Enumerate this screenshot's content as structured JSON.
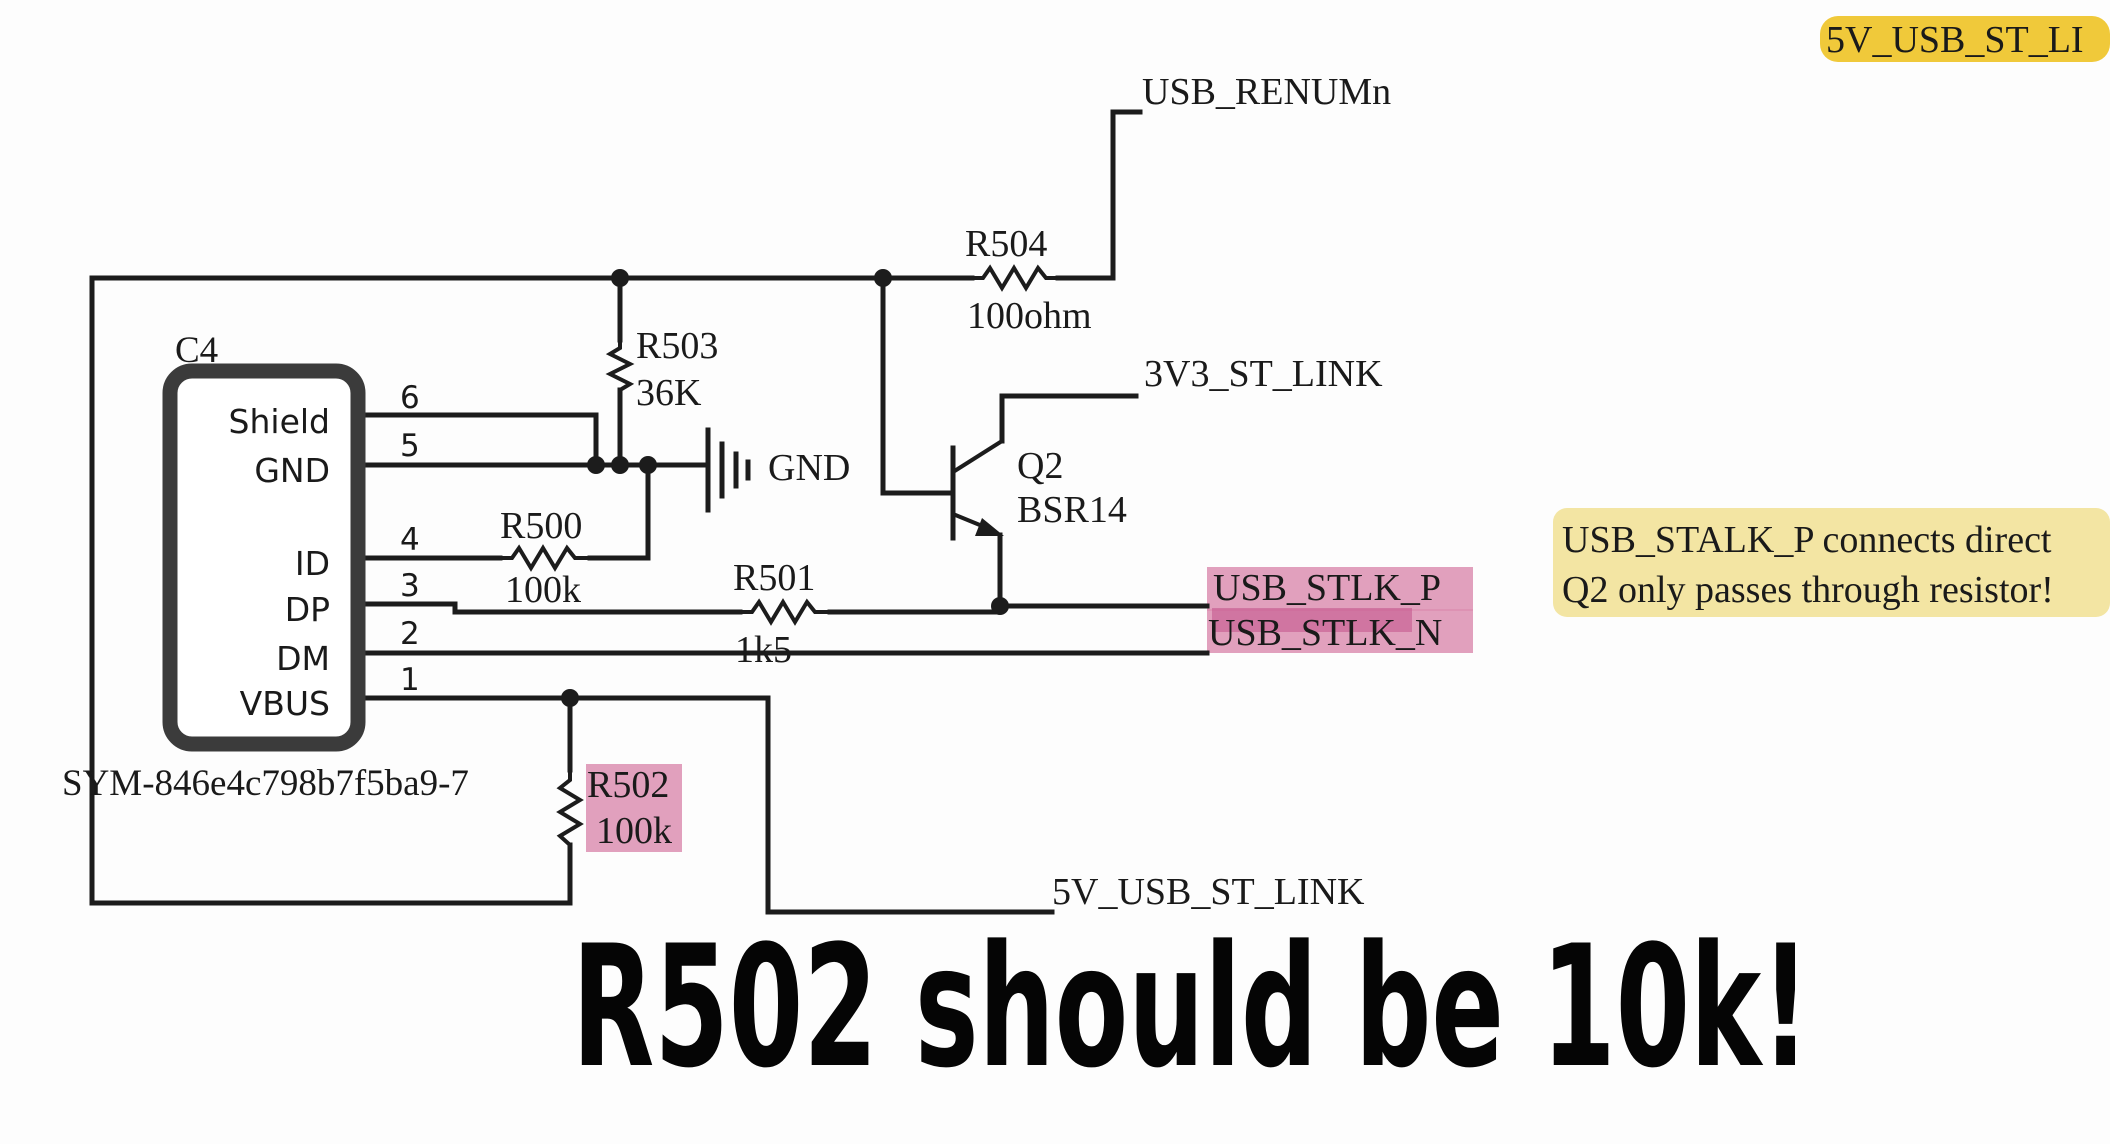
{
  "colors": {
    "highlight_pink": "#dc8fb2",
    "highlight_pink_dark": "#c2528a",
    "highlight_yellow": "#f3e5a3",
    "highlight_gold": "#f0c93a",
    "ink": "#1c1c1c",
    "background": "#fdfdfd"
  },
  "connector": {
    "ref": "C4",
    "part": "SYM-846e4c798b7f5ba9-7",
    "pins": [
      {
        "label": "Shield",
        "number": "6"
      },
      {
        "label": "GND",
        "number": "5"
      },
      {
        "label": "ID",
        "number": "4"
      },
      {
        "label": "DP",
        "number": "3"
      },
      {
        "label": "DM",
        "number": "2"
      },
      {
        "label": "VBUS",
        "number": "1"
      }
    ]
  },
  "components": {
    "r500": {
      "ref": "R500",
      "value": "100k"
    },
    "r501": {
      "ref": "R501",
      "value": "1k5"
    },
    "r502": {
      "ref": "R502",
      "value": "100k"
    },
    "r503": {
      "ref": "R503",
      "value": "36K"
    },
    "r504": {
      "ref": "R504",
      "value": "100ohm"
    },
    "q2": {
      "ref": "Q2",
      "value": "BSR14"
    }
  },
  "nets": {
    "usb_renum": "USB_RENUMn",
    "v33": "3V3_ST_LINK",
    "gnd": "GND",
    "stlk_p": "USB_STLK_P",
    "stlk_n": "USB_STLK_N",
    "v5_bottom": "5V_USB_ST_LINK",
    "v5_top_partial": "5V_USB_ST_LI"
  },
  "notes": {
    "line1": "USB_STALK_P connects direct",
    "line2": "Q2 only passes through resistor!"
  },
  "headline": "R502 should be 10k!"
}
